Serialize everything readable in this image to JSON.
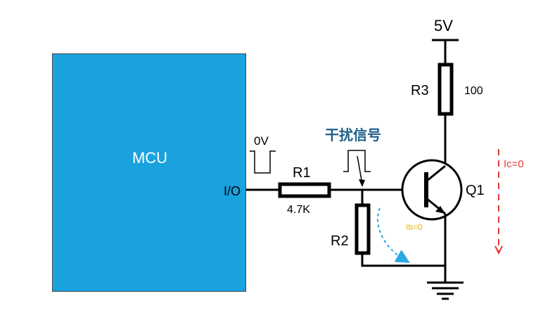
{
  "mcu": {
    "label": "MCU",
    "color": "#1aa2df"
  },
  "io_pin": "I/O",
  "signal_low": "0V",
  "noise_label": "干扰信号",
  "resistors": {
    "r1": {
      "name": "R1",
      "value": "4.7K"
    },
    "r2": {
      "name": "R2"
    },
    "r3": {
      "name": "R3",
      "value": "100"
    }
  },
  "transistor": {
    "name": "Q1"
  },
  "supply": "5V",
  "currents": {
    "ib": "Ib=0",
    "ic": "Ic=0"
  },
  "colors": {
    "wire": "#000000",
    "noise_text": "#1d5f8a",
    "ib_text": "#e6b800",
    "ic_text": "#e03b3b",
    "arrow_blue": "#2aa8e0"
  }
}
